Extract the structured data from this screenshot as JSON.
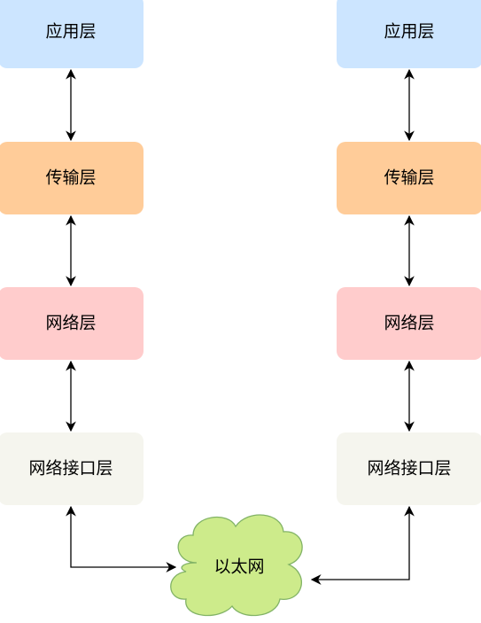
{
  "stacks": [
    {
      "layers": [
        {
          "label": "应用层",
          "fill": "#cce5ff"
        },
        {
          "label": "传输层",
          "fill": "#ffcc99"
        },
        {
          "label": "网络层",
          "fill": "#ffcccc"
        },
        {
          "label": "网络接口层",
          "fill": "#f5f5ee"
        }
      ]
    },
    {
      "layers": [
        {
          "label": "应用层",
          "fill": "#cce5ff"
        },
        {
          "label": "传输层",
          "fill": "#ffcc99"
        },
        {
          "label": "网络层",
          "fill": "#ffcccc"
        },
        {
          "label": "网络接口层",
          "fill": "#f5f5ee"
        }
      ]
    }
  ],
  "cloud": {
    "label": "以太网",
    "fill": "#cdeb8b",
    "stroke": "#82b366"
  },
  "colors": {
    "line": "#000000"
  }
}
